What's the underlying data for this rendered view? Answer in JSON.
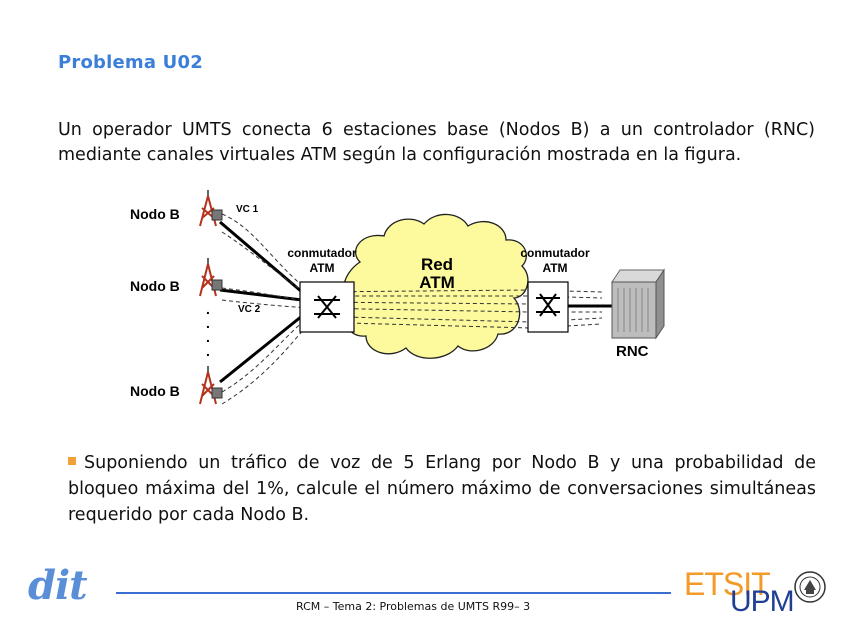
{
  "slide": {
    "title": "Problema U02",
    "intro": "Un operador UMTS conecta 6 estaciones base (Nodos B) a un controlador (RNC) mediante canales virtuales ATM según la configuración mostrada en la figura.",
    "question": "Suponiendo un tráfico de voz de 5 Erlang por Nodo B y una probabilidad de bloqueo máxima del 1%, calcule el número máximo de conversaciones simultáneas requerido por cada Nodo B."
  },
  "figure": {
    "node_labels": [
      "Nodo B",
      "Nodo B",
      "Nodo B"
    ],
    "vc_labels": [
      "VC 1",
      "VC 2"
    ],
    "switch_left": [
      "conmutador",
      "ATM"
    ],
    "switch_right": [
      "conmutador",
      "ATM"
    ],
    "cloud": [
      "Red",
      "ATM"
    ],
    "rnc_label": "RNC",
    "dots": [
      ".",
      ".",
      ".",
      "."
    ]
  },
  "footer": {
    "logo_left": "dit",
    "center_text": "RCM – Tema 2: Problemas de UMTS R99–   3",
    "logo_right_top": "ETSIT",
    "logo_right_bottom": "UPM"
  }
}
